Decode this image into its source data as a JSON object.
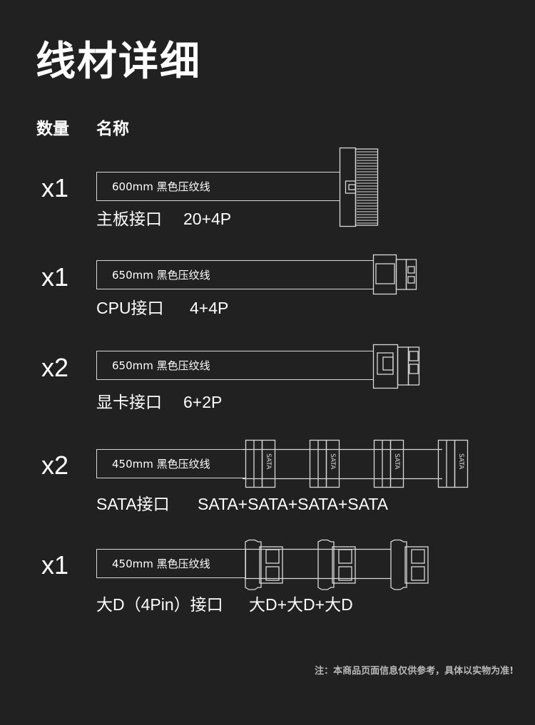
{
  "title": "线材详细",
  "headers": {
    "qty": "数量",
    "name": "名称"
  },
  "rows": [
    {
      "qty": "x1",
      "cable_label": "600mm  黑色压纹线",
      "name": "主板接口",
      "spec": "20+4P"
    },
    {
      "qty": "x1",
      "cable_label": "650mm  黑色压纹线",
      "name": "CPU接口",
      "spec": "4+4P"
    },
    {
      "qty": "x2",
      "cable_label": "650mm  黑色压纹线",
      "name": "显卡接口",
      "spec": "6+2P"
    },
    {
      "qty": "x2",
      "cable_label": "450mm  黑色压纹线",
      "name": "SATA接口",
      "spec": "SATA+SATA+SATA+SATA"
    },
    {
      "qty": "x1",
      "cable_label": "450mm  黑色压纹线",
      "name": "大D（4Pin）接口",
      "spec": "大D+大D+大D"
    }
  ],
  "sata_connector_label": "SATA",
  "note": "注：本商品页面信息仅供参考，具体以实物为准!",
  "colors": {
    "background": "#212121",
    "line": "#d8d8d8",
    "text": "#ffffff"
  },
  "icons": [
    "atx-24pin-connector-icon",
    "eps-8pin-connector-icon",
    "pcie-8pin-connector-icon",
    "sata-connector-icon",
    "molex-connector-icon"
  ]
}
